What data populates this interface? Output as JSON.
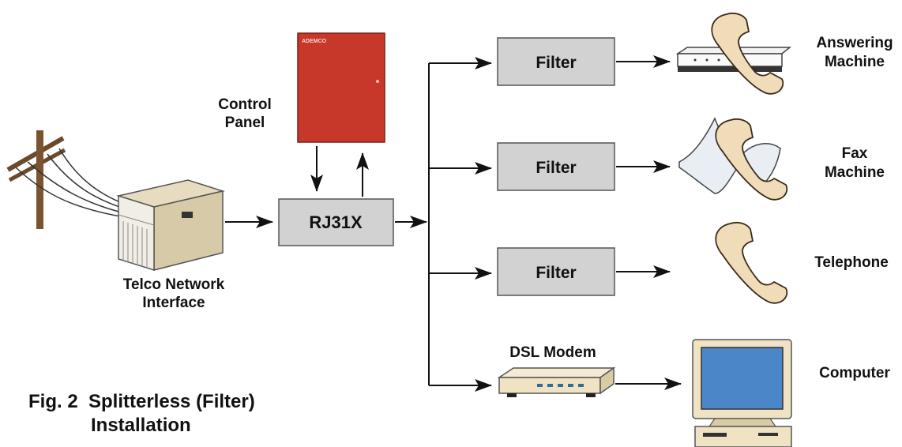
{
  "labels": {
    "control_panel_line1": "Control",
    "control_panel_line2": "Panel",
    "telco_line1": "Telco Network",
    "telco_line2": "Interface",
    "rj31x": "RJ31X",
    "filter1": "Filter",
    "filter2": "Filter",
    "filter3": "Filter",
    "dsl_modem": "DSL Modem",
    "answering_line1": "Answering",
    "answering_line2": "Machine",
    "fax_line1": "Fax",
    "fax_line2": "Machine",
    "telephone": "Telephone",
    "computer": "Computer",
    "caption_line1": "Fig. 2  Splitterless (Filter)",
    "caption_line2": "Installation",
    "panel_brand": "ADEMCO"
  },
  "icons": {
    "pole": "utility-pole-icon",
    "nid": "network-interface-box-icon",
    "panel": "control-panel-cabinet-icon",
    "answering": "answering-machine-icon",
    "fax": "fax-machine-icon",
    "phone": "telephone-handset-icon",
    "modem": "dsl-modem-icon",
    "computer": "computer-icon"
  },
  "colors": {
    "panel_red": "#c8382a",
    "box_gray": "#d2d2d2",
    "screen_blue": "#4a86c8",
    "beige": "#efe3c4"
  }
}
